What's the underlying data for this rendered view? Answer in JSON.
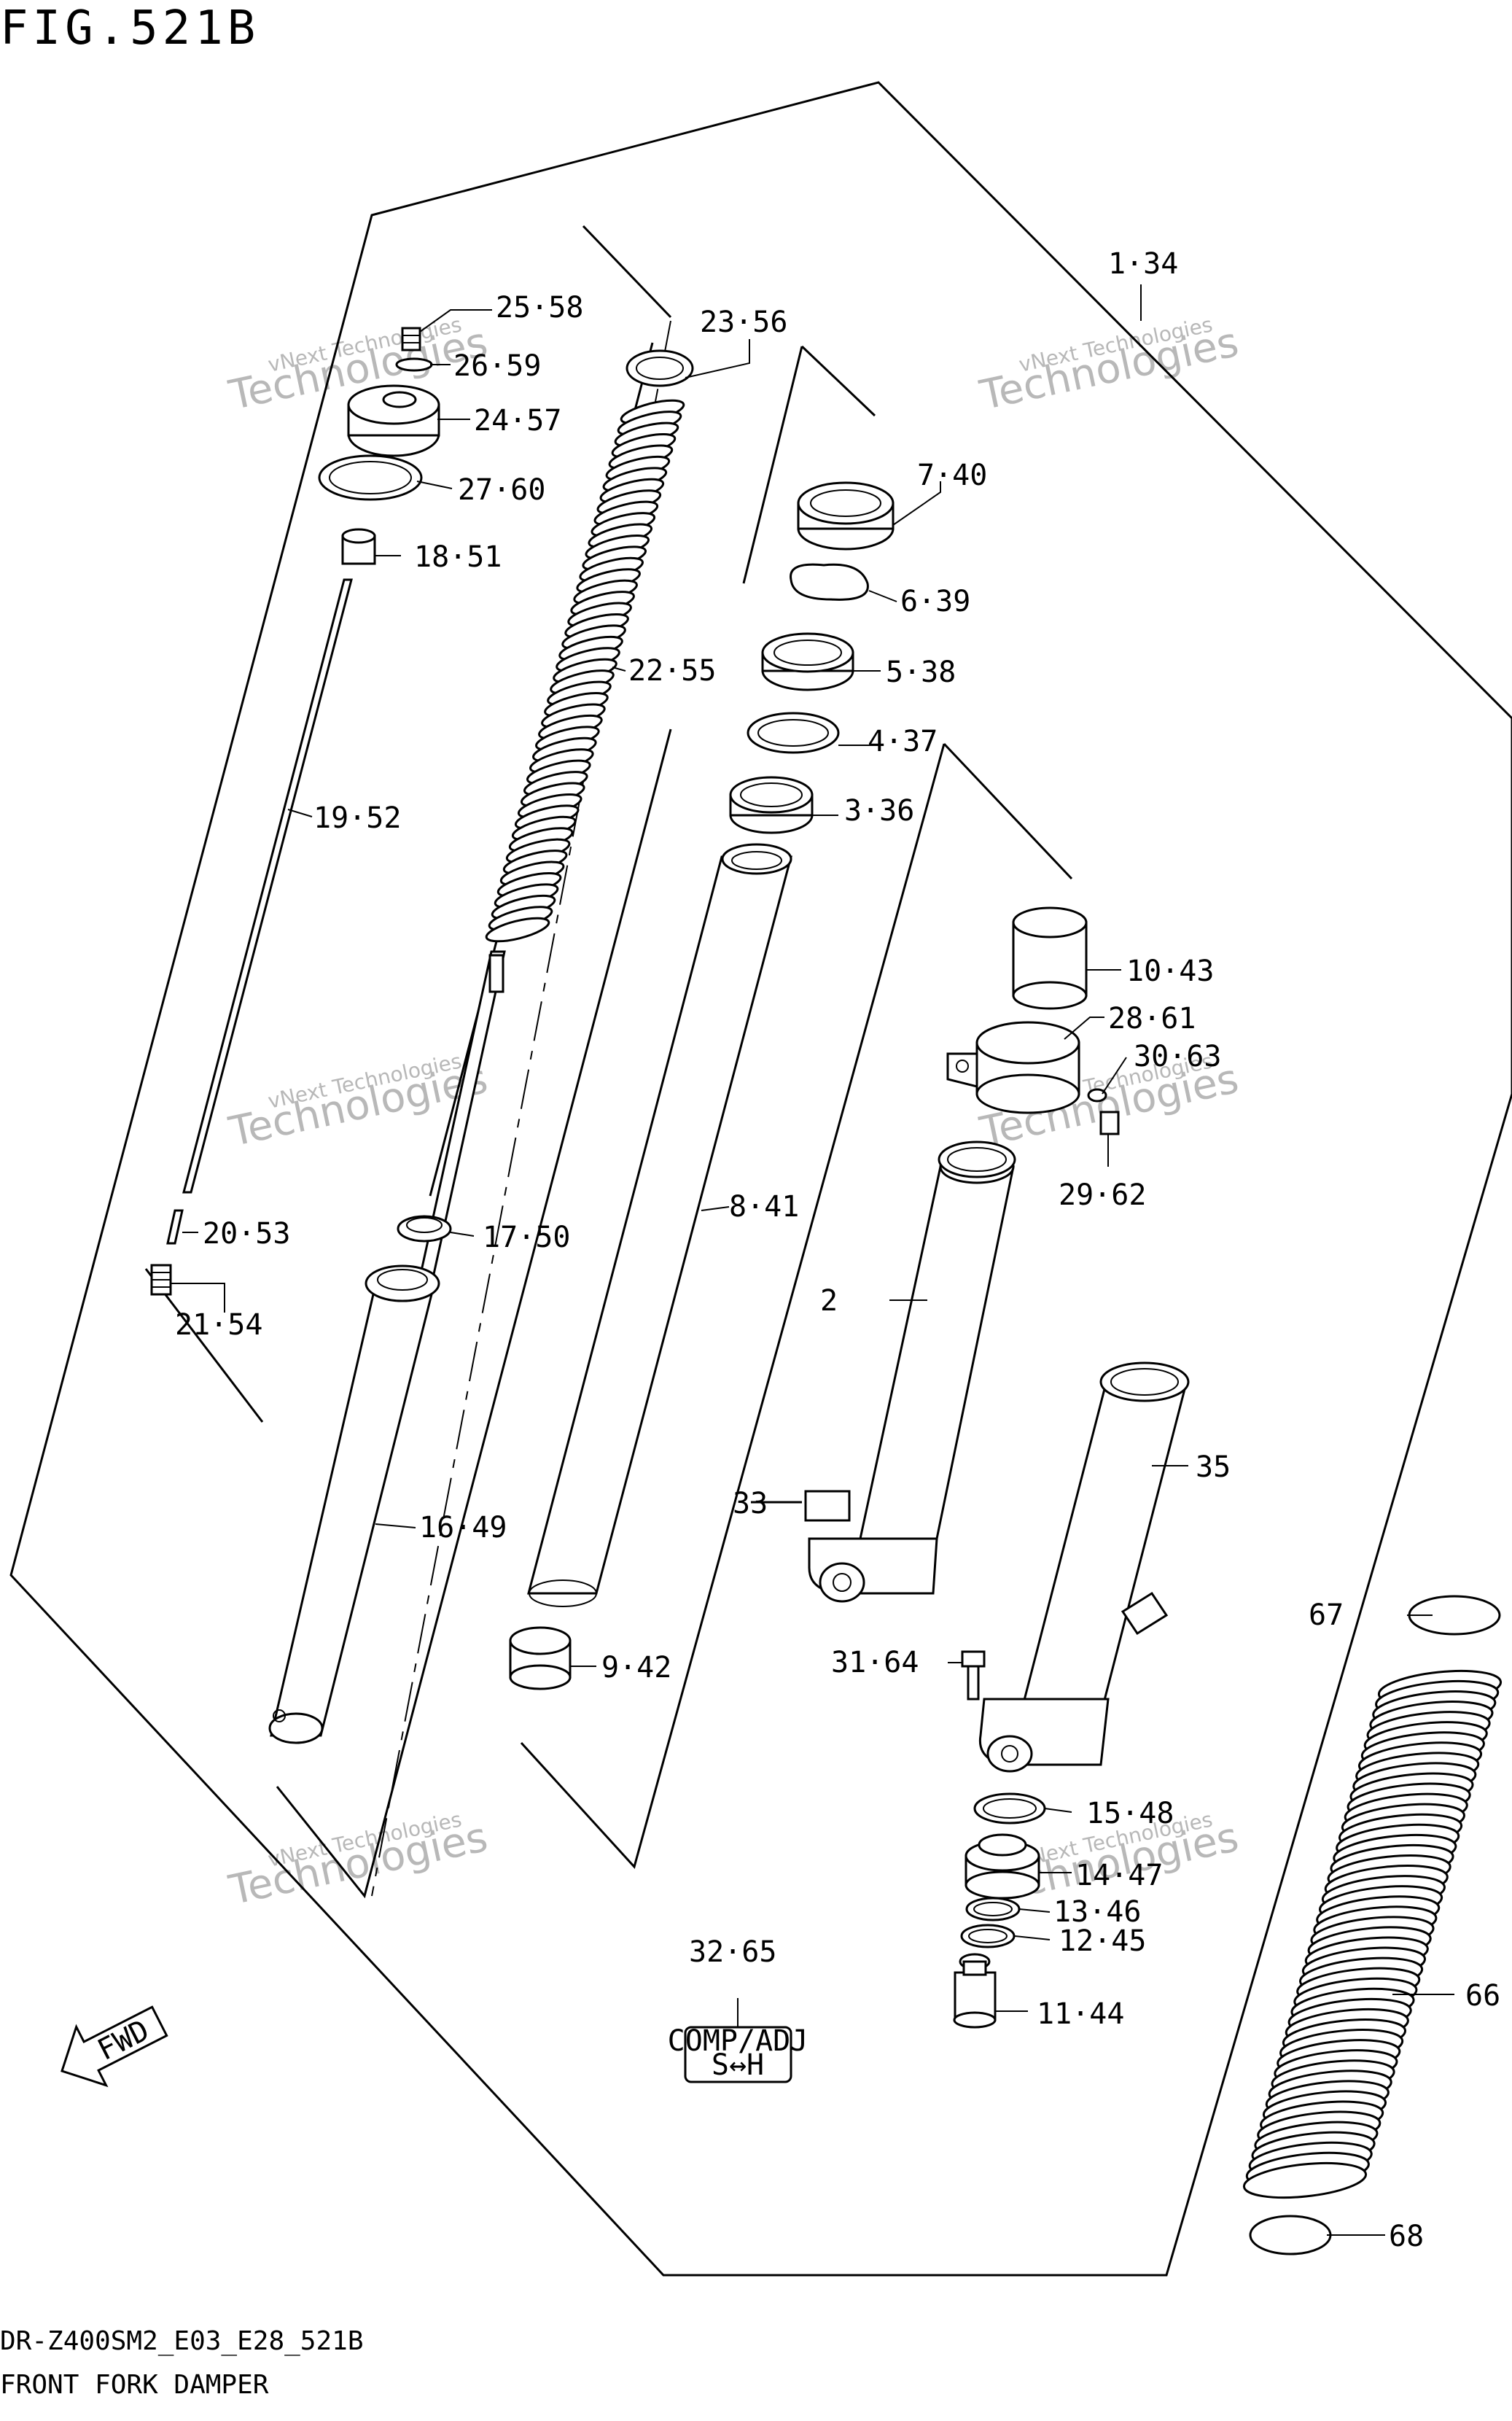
{
  "header": {
    "fig_title": "FIG.521B",
    "model_code": "DR-Z400SM2_E03_E28_521B",
    "page_name": "FRONT FORK DAMPER"
  },
  "watermark": {
    "line1": "vNext Technologies",
    "line2": "Technologies"
  },
  "callouts": [
    {
      "id": "p1-34",
      "label": "1·34"
    },
    {
      "id": "p2",
      "label": "2"
    },
    {
      "id": "p3-36",
      "label": "3·36"
    },
    {
      "id": "p4-37",
      "label": "4·37"
    },
    {
      "id": "p5-38",
      "label": "5·38"
    },
    {
      "id": "p6-39",
      "label": "6·39"
    },
    {
      "id": "p7-40",
      "label": "7·40"
    },
    {
      "id": "p8-41",
      "label": "8·41"
    },
    {
      "id": "p9-42",
      "label": "9·42"
    },
    {
      "id": "p10-43",
      "label": "10·43"
    },
    {
      "id": "p11-44",
      "label": "11·44"
    },
    {
      "id": "p12-45",
      "label": "12·45"
    },
    {
      "id": "p13-46",
      "label": "13·46"
    },
    {
      "id": "p14-47",
      "label": "14·47"
    },
    {
      "id": "p15-48",
      "label": "15·48"
    },
    {
      "id": "p16-49",
      "label": "16·49"
    },
    {
      "id": "p17-50",
      "label": "17·50"
    },
    {
      "id": "p18-51",
      "label": "18·51"
    },
    {
      "id": "p19-52",
      "label": "19·52"
    },
    {
      "id": "p20-53",
      "label": "20·53"
    },
    {
      "id": "p21-54",
      "label": "21·54"
    },
    {
      "id": "p22-55",
      "label": "22·55"
    },
    {
      "id": "p23-56",
      "label": "23·56"
    },
    {
      "id": "p24-57",
      "label": "24·57"
    },
    {
      "id": "p25-58",
      "label": "25·58"
    },
    {
      "id": "p26-59",
      "label": "26·59"
    },
    {
      "id": "p27-60",
      "label": "27·60"
    },
    {
      "id": "p28-61",
      "label": "28·61"
    },
    {
      "id": "p29-62",
      "label": "29·62"
    },
    {
      "id": "p30-63",
      "label": "30·63"
    },
    {
      "id": "p31-64",
      "label": "31·64"
    },
    {
      "id": "p32-65",
      "label": "32·65"
    },
    {
      "id": "p33",
      "label": "33"
    },
    {
      "id": "p35",
      "label": "35"
    },
    {
      "id": "p66",
      "label": "66"
    },
    {
      "id": "p67",
      "label": "67"
    },
    {
      "id": "p68",
      "label": "68"
    }
  ],
  "comp_adj": {
    "line1": "COMP/ADJ",
    "line2": "S↔H"
  },
  "fwd_label": "FWD"
}
